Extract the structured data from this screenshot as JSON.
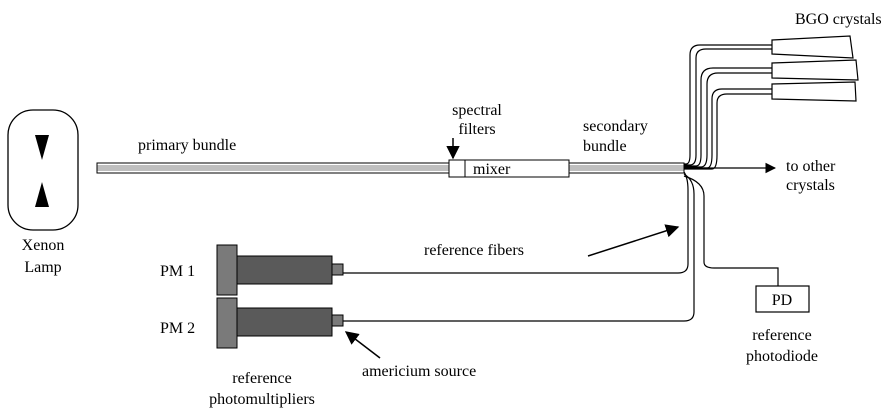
{
  "labels": {
    "lamp": [
      "Xenon",
      "Lamp"
    ],
    "primary_bundle": "primary bundle",
    "spectral_filters": [
      "spectral",
      "filters"
    ],
    "mixer": "mixer",
    "secondary_bundle": [
      "secondary",
      "bundle"
    ],
    "bgo_crystals": "BGO crystals",
    "other_crystals": [
      "to other",
      "crystals"
    ],
    "reference_fibers": "reference fibers",
    "pm1": "PM 1",
    "pm2": "PM 2",
    "reference_photomultipliers": [
      "reference",
      "photomultipliers"
    ],
    "americium_source": "americium source",
    "pd": "PD",
    "reference_photodiode": [
      "reference",
      "photodiode"
    ]
  },
  "colors": {
    "stroke": "#000000",
    "pm_body": "#5a5a5a",
    "pm_cap": "#7a7a7a",
    "background": "#ffffff"
  }
}
